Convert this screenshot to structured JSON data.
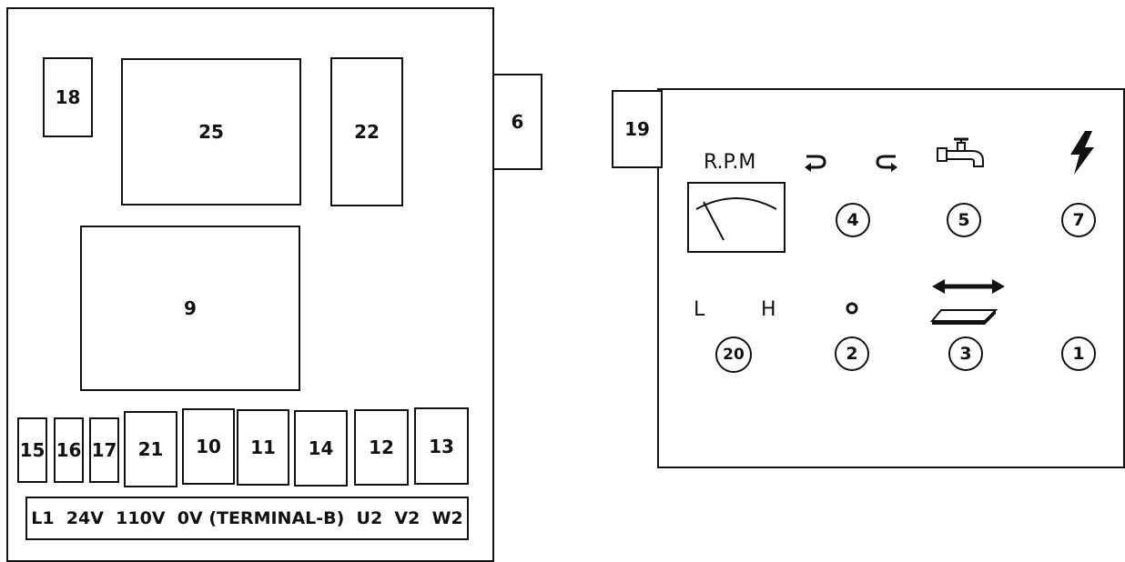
{
  "left_panel": {
    "components": {
      "c18": "18",
      "c25": "25",
      "c22": "22",
      "c6": "6",
      "c9": "9",
      "c15": "15",
      "c16": "16",
      "c17": "17",
      "c21": "21",
      "c10": "10",
      "c11": "11",
      "c14": "14",
      "c12": "12",
      "c13": "13"
    },
    "terminal_strip": "L1  24V  110V  0V (TERMINAL-B)  U2  V2  W2"
  },
  "right_panel": {
    "c19": "19",
    "rpm_label": "R.P.M",
    "icons": {
      "rotation": "rotation-arrows-icon",
      "coolant": "coolant-tap-icon",
      "power": "lightning-icon",
      "feed": "table-feed-icon",
      "stop": "stop-dot-icon",
      "meter": "rpm-meter-icon"
    },
    "low_label": "L",
    "high_label": "H",
    "buttons": {
      "b4": "4",
      "b5": "5",
      "b7": "7",
      "b20": "20",
      "b2": "2",
      "b3": "3",
      "b1": "1"
    }
  }
}
